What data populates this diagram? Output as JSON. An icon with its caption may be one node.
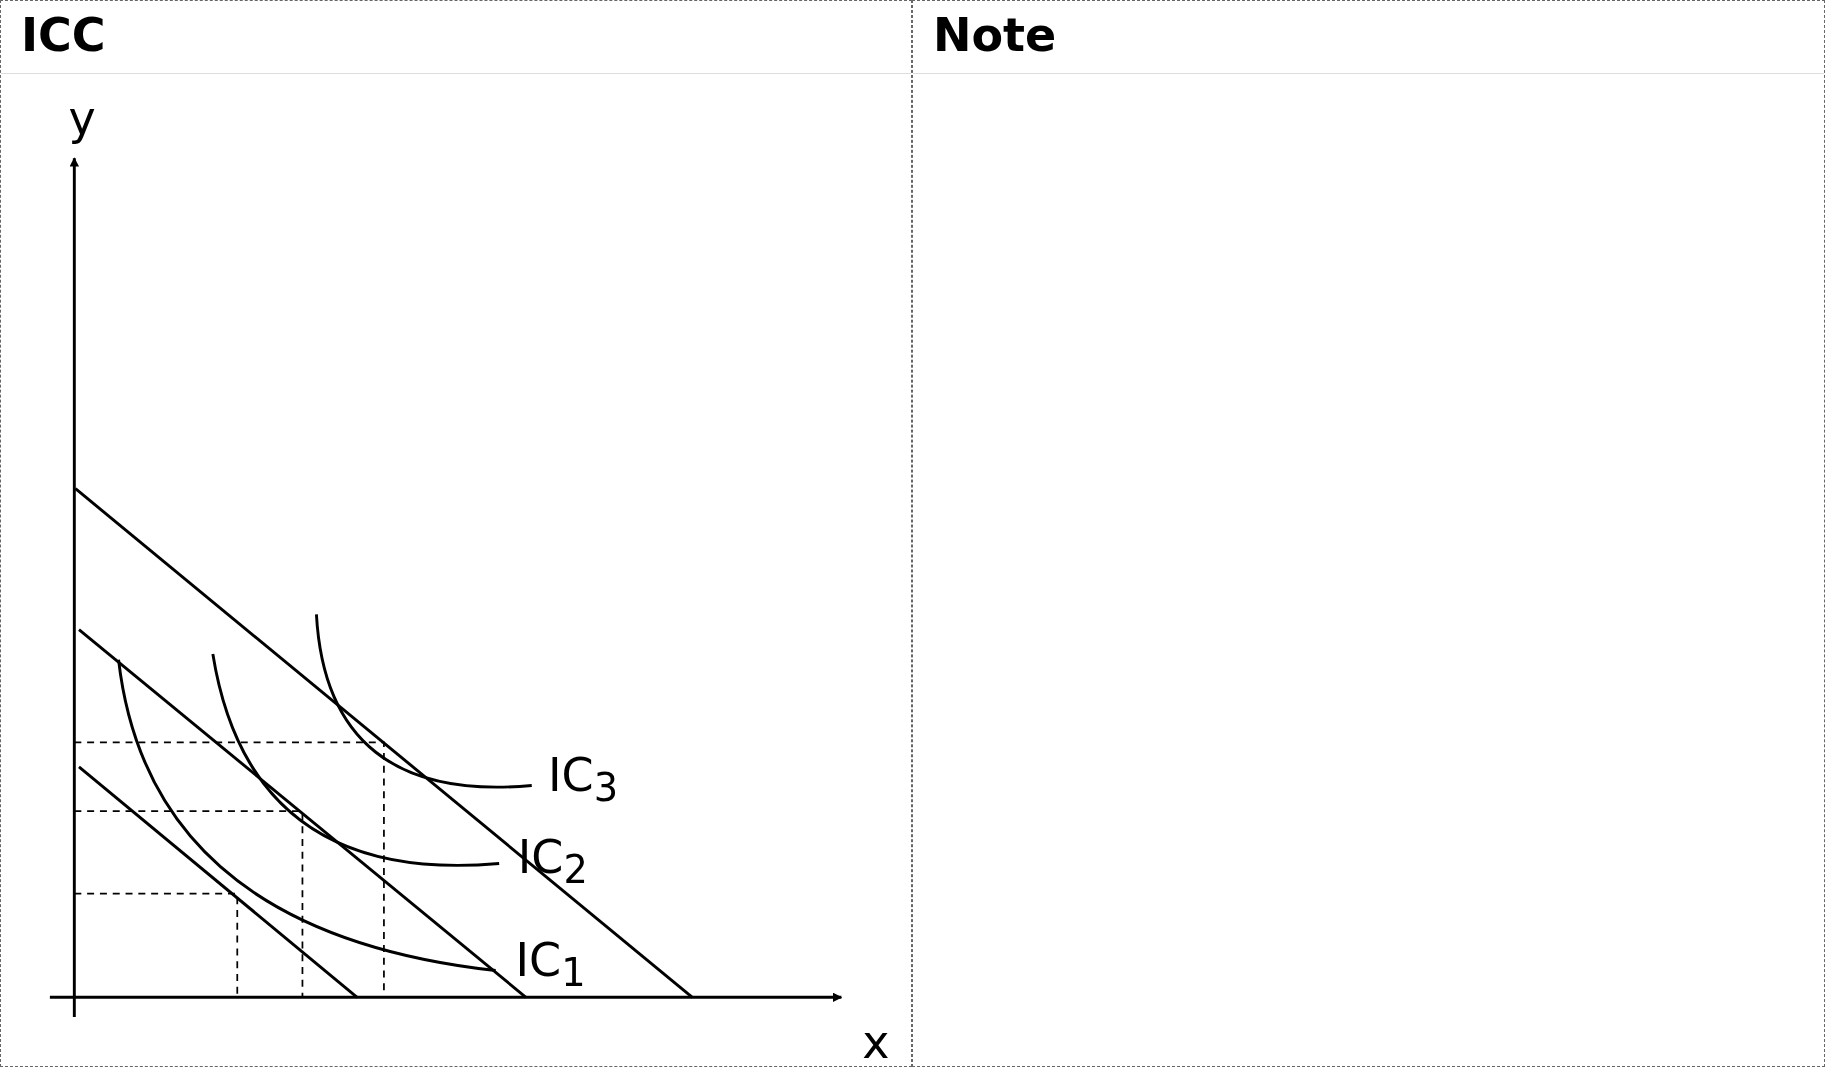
{
  "diagram": {
    "nodes": [
      {
        "text": [
          "ICC"
        ]
      },
      {
        "text": [
          "Note"
        ]
      }
    ],
    "labels": [
      "y",
      "IC$_{3}$",
      "IC$_{2}$",
      "IC$_{1}$",
      "x"
    ]
  }
}
